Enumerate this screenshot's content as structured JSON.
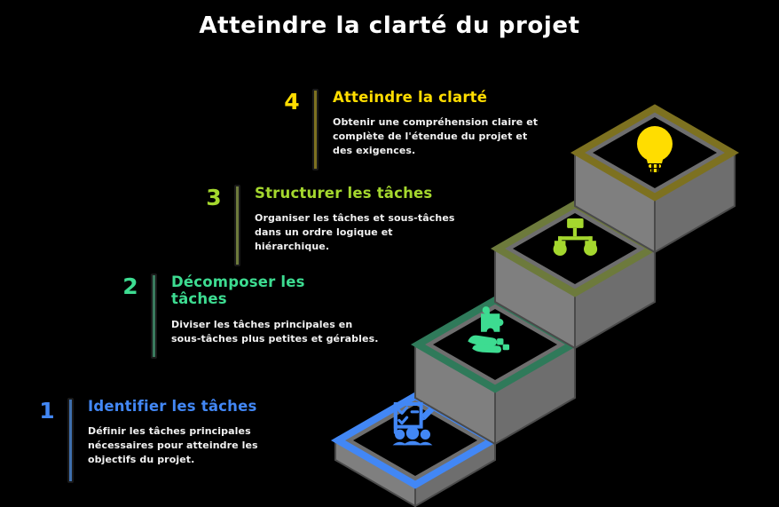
{
  "title": "Atteindre la clarté du projet",
  "background_color": "#000000",
  "title_color": "#ffffff",
  "steps": [
    {
      "number": "1",
      "title": "Identifier les tâches",
      "description": "Définir les tâches principales nécessaires pour atteindre les objectifs du projet.",
      "color": "#4287f5",
      "bar_color": "#3f6fad",
      "icon": "checklist-team-icon"
    },
    {
      "number": "2",
      "title": "Décomposer les tâches",
      "description": "Diviser les tâches principales en sous-tâches plus petites et gérables.",
      "color": "#3ddc91",
      "bar_color": "#3a7a5e",
      "icon": "hand-puzzle-piece-icon"
    },
    {
      "number": "3",
      "title": "Structurer les tâches",
      "description": "Organiser les tâches et sous-tâches dans un ordre logique et hiérarchique.",
      "color": "#a4d72e",
      "bar_color": "#6d7a3c",
      "icon": "hierarchy-sitemap-icon"
    },
    {
      "number": "4",
      "title": "Atteindre la clarté",
      "description": "Obtenir une compréhension claire et complète de l'étendue du projet et des exigences.",
      "color": "#ffdd00",
      "bar_color": "#7d7120",
      "icon": "lightbulb-icon"
    }
  ],
  "staircase": {
    "block_top_face_color": "#000000",
    "block_left_face_color": "#7f7f7f",
    "block_right_face_color": "#6e6e6e",
    "block_edge_color": "#4a4a4a"
  }
}
